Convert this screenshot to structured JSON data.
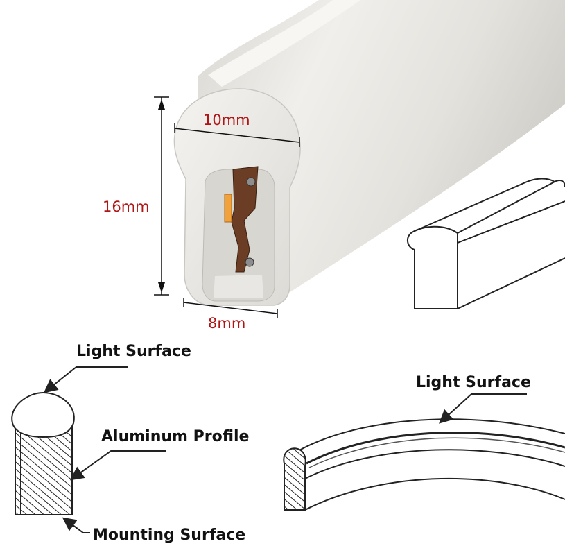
{
  "dimensions": {
    "width": "10mm",
    "height": "16mm",
    "base": "8mm"
  },
  "callouts": {
    "left_light_surface": "Light Surface",
    "aluminum_profile": "Aluminum Profile",
    "mounting_surface": "Mounting Surface",
    "right_light_surface": "Light Surface"
  },
  "colors": {
    "dimension_text": "#b01515",
    "silicone": "#eceae6",
    "outline": "#222222"
  }
}
